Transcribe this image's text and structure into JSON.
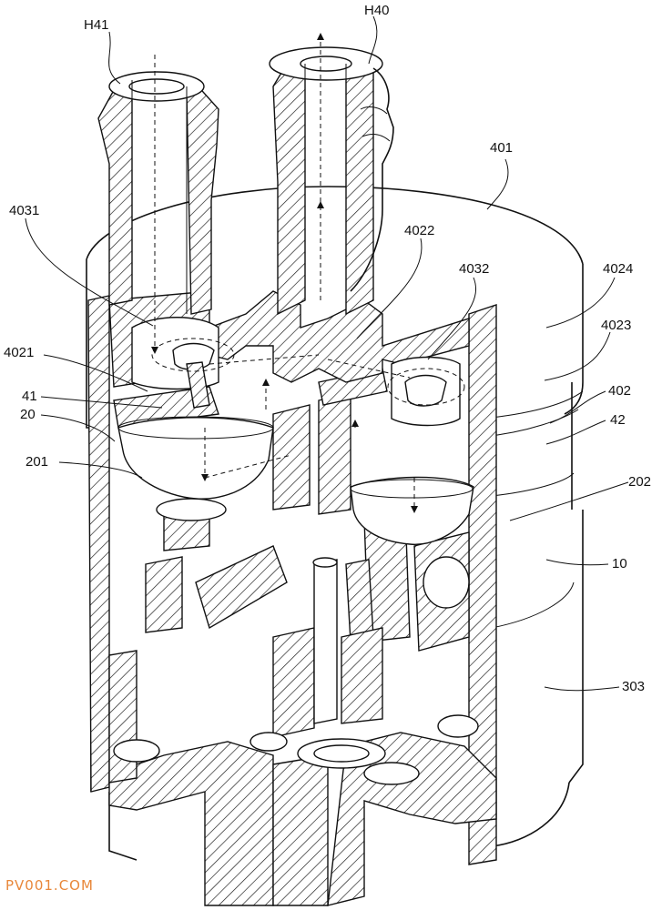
{
  "labels": {
    "H41": "H41",
    "H40": "H40",
    "l401": "401",
    "l4031": "4031",
    "l4022": "4022",
    "l4032": "4032",
    "l4024": "4024",
    "l4021": "4021",
    "l4023": "4023",
    "l41": "41",
    "l402": "402",
    "l20": "20",
    "l42": "42",
    "l201": "201",
    "l202": "202",
    "l10": "10",
    "l303": "303"
  },
  "watermark": "PV001.COM",
  "colors": {
    "line": "#111111",
    "watermark": "#e8873a",
    "background": "#ffffff"
  }
}
